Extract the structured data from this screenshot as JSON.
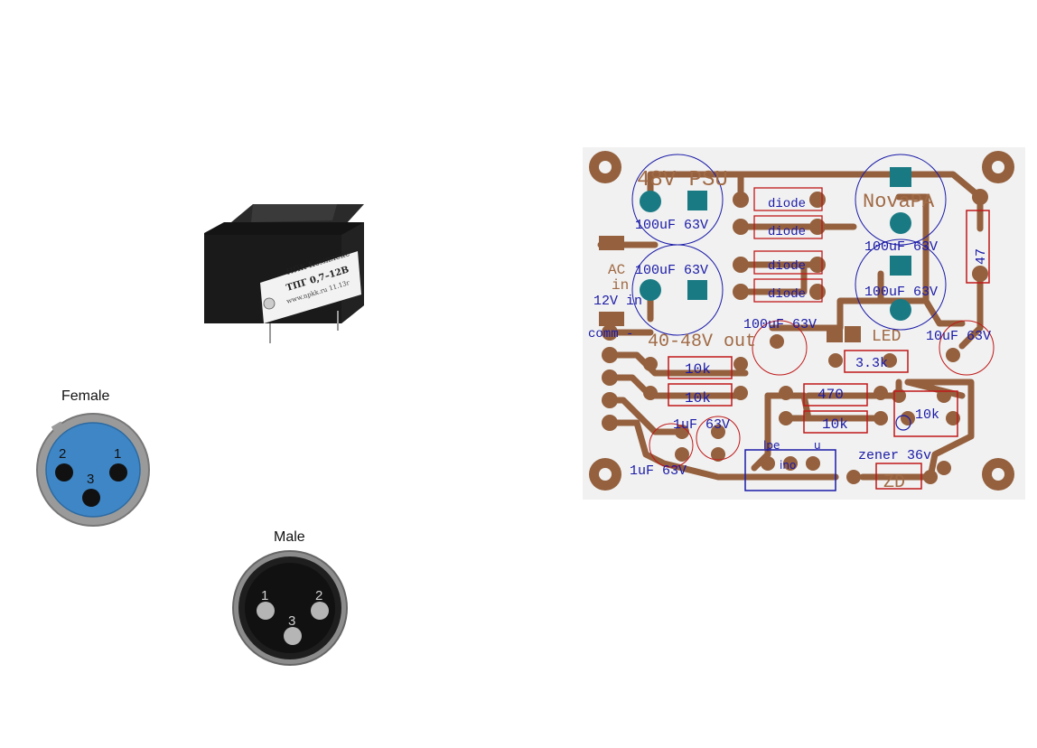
{
  "transformer": {
    "maker_label": "НПК Комплекс",
    "model_label": "ТПГ 0,7–12В",
    "site_label": "www.npkk.ru 11.13г"
  },
  "connectors": {
    "female": {
      "title": "Female",
      "pins": [
        "2",
        "1",
        "3"
      ]
    },
    "male": {
      "title": "Male",
      "pins": [
        "1",
        "2",
        "3"
      ]
    }
  },
  "pcb": {
    "board_title": "48V PSU",
    "project": "NovaPA",
    "ac_in_1": "AC",
    "ac_in_2": "in",
    "ac_in_3": "12V in",
    "common": "comm -",
    "output": "40-48V out",
    "led": "LED",
    "zener": "zener 36v",
    "zd": "ZD",
    "diodes": [
      "diode",
      "diode",
      "diode",
      "diode"
    ],
    "cap_labels": {
      "c1": "100uF 63V",
      "c2": "100uF 63V",
      "c3": "100uF 63V",
      "c4": "100uF 63V",
      "c5": "100uF 63V",
      "c6": "10uF 63V",
      "c7": "1uF 63V",
      "c8": "1uF 63V"
    },
    "resistors": {
      "r47": "47",
      "r33k": "3.3k",
      "r470": "470",
      "r10k_a": "10k",
      "r10k_b": "10k",
      "r10k_c": "10k",
      "trim": "10k"
    },
    "transistor_pins": [
      "lpe",
      "u"
    ],
    "transistor_label": "ino"
  }
}
